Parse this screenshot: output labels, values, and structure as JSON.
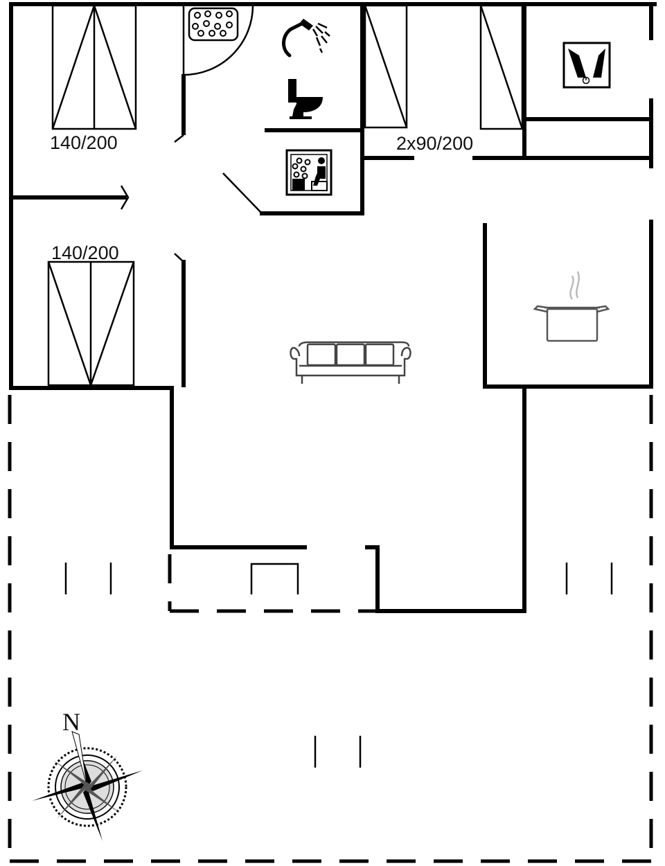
{
  "floorplan": {
    "bedroom_1": {
      "bed_label": "140/200"
    },
    "bedroom_2": {
      "bed_label": "140/200"
    },
    "bedroom_3": {
      "bed_label": "2x90/200"
    },
    "compass": {
      "north_label": "N"
    },
    "icons": {
      "bathroom": [
        "whirlpool-icon",
        "shower-icon",
        "toilet-icon",
        "sauna-icon"
      ],
      "utility": "washing-machine-icon",
      "living": "sofa-icon",
      "kitchen": "cooking-pot-icon"
    }
  }
}
